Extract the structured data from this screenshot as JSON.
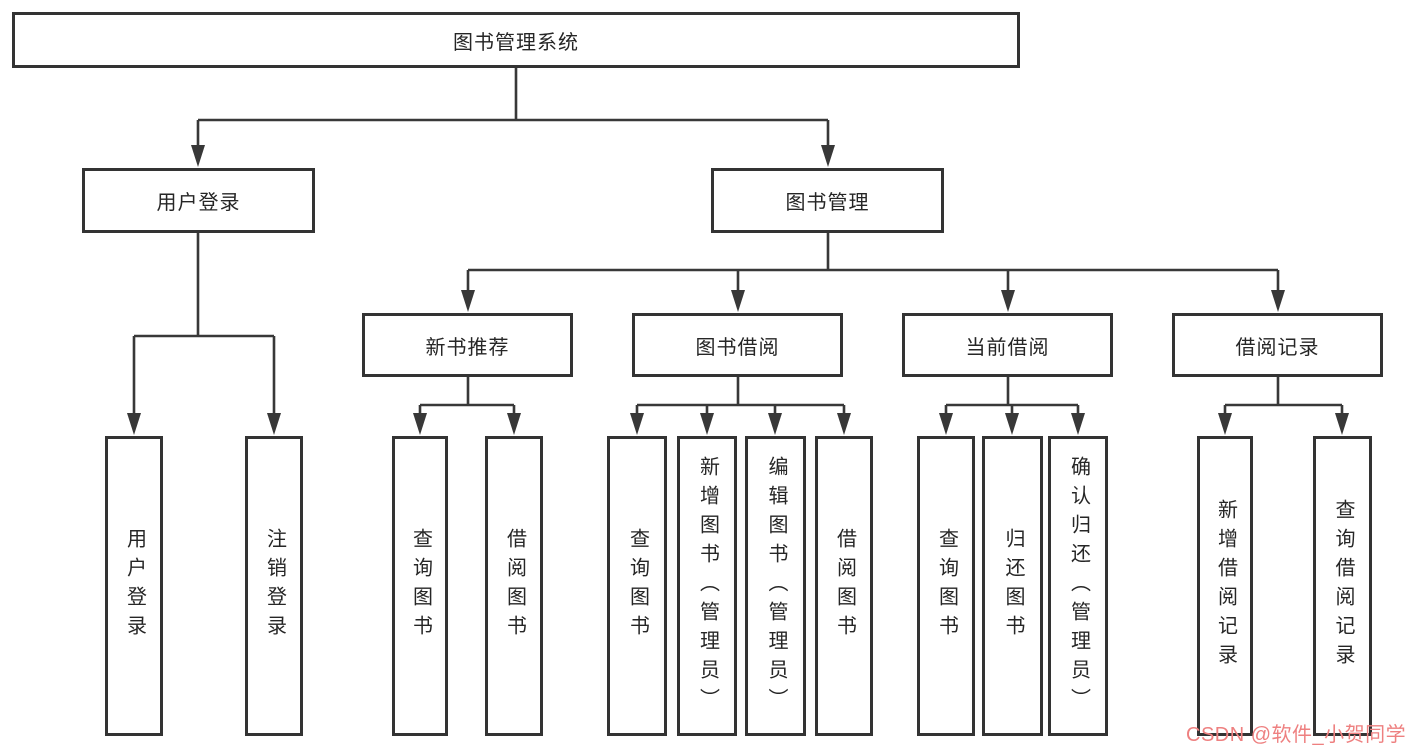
{
  "nodes": {
    "root": "图书管理系统",
    "level2": [
      "用户登录",
      "图书管理"
    ],
    "level3": [
      "新书推荐",
      "图书借阅",
      "当前借阅",
      "借阅记录"
    ],
    "leaves": {
      "user_login": [
        "用户登录",
        "注销登录"
      ],
      "new_book_recommend": [
        "查询图书",
        "借阅图书"
      ],
      "book_borrow": [
        "查询图书",
        "新增图书（管理员）",
        "编辑图书（管理员）",
        "借阅图书"
      ],
      "current_borrow": [
        "查询图书",
        "归还图书",
        "确认归还（管理员）"
      ],
      "borrow_record": [
        "新增借阅记录",
        "查询借阅记录"
      ]
    }
  },
  "watermark": {
    "text": "CSDN @软件_小贺同学",
    "color": "#ee8080"
  },
  "colors": {
    "line": "#383838",
    "box_border": "#333333",
    "box_fill": "#ffffff",
    "text": "#262626"
  }
}
